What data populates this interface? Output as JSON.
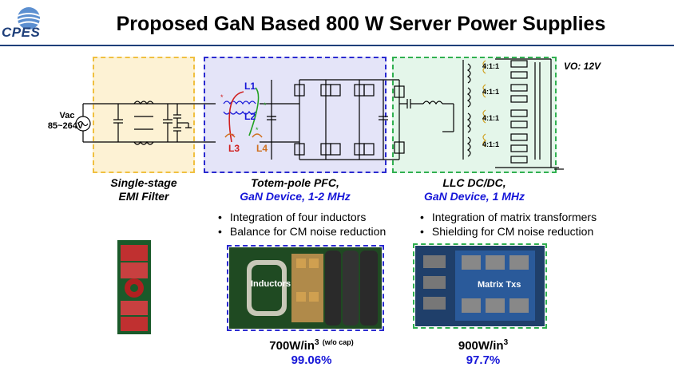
{
  "header": {
    "logo_text": "CPES",
    "title": "Proposed GaN Based 800 W Server Power Supplies"
  },
  "circuit": {
    "vac_label": "Vac",
    "vac_range": "85~264V",
    "vo_label": "VO: 12V",
    "inductor_labels": [
      "L1",
      "L2",
      "L3",
      "L4"
    ],
    "transformer_ratio": "4:1:1"
  },
  "stages": {
    "emi": {
      "line1": "Single-stage",
      "line2": "EMI Filter"
    },
    "pfc": {
      "line1": "Totem-pole PFC,",
      "line2": "GaN Device, 1-2 MHz"
    },
    "llc": {
      "line1": "LLC DC/DC,",
      "line2": "GaN Device, 1 MHz"
    }
  },
  "bullets": {
    "pfc": [
      "Integration of four inductors",
      "Balance for CM noise reduction"
    ],
    "llc": [
      "Integration of matrix transformers",
      "Shielding for CM noise reduction"
    ]
  },
  "photos": {
    "pfc_tag": "Inductors",
    "llc_tag": "Matrix Txs"
  },
  "metrics": {
    "pfc_density": "700W/in",
    "pfc_density_note": "(w/o cap)",
    "pfc_efficiency": "99.06%",
    "llc_density": "900W/in",
    "llc_efficiency": "97.7%"
  },
  "colors": {
    "navy": "#1e3f7a",
    "emi_fill": "#fdf2d4",
    "emi_border": "#f0c040",
    "pfc_fill": "#e4e4f8",
    "pfc_border": "#2a2ad0",
    "llc_fill": "#e4f6ea",
    "llc_border": "#30b050",
    "accent_blue": "#1616d8"
  }
}
